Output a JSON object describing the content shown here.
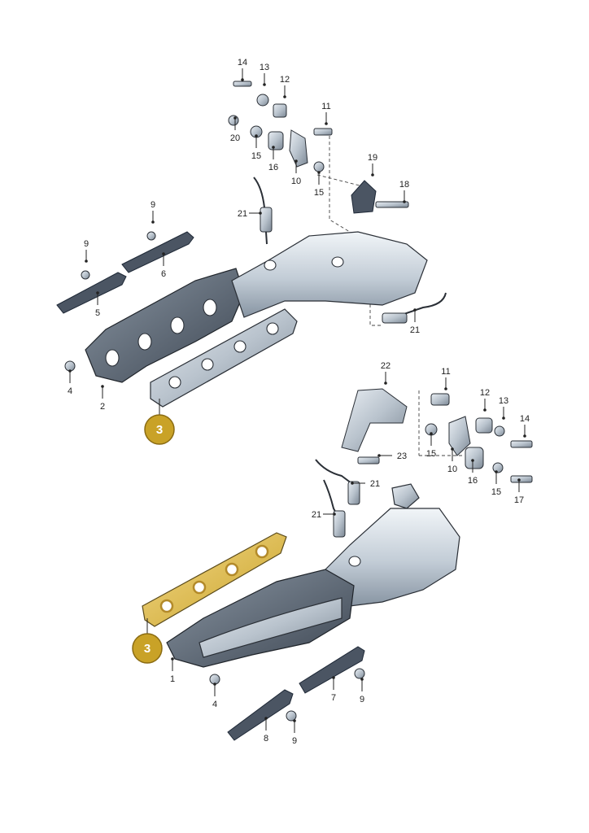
{
  "diagram": {
    "highlight_badge": "3",
    "labels_top": [
      "14",
      "13",
      "12",
      "11",
      "20",
      "15",
      "16",
      "10",
      "15",
      "19",
      "18",
      "21",
      "9",
      "9",
      "6",
      "5",
      "21",
      "4",
      "2"
    ],
    "labels_bottom": [
      "22",
      "11",
      "12",
      "13",
      "14",
      "15",
      "10",
      "16",
      "15",
      "17",
      "23",
      "21",
      "21",
      "1",
      "4",
      "7",
      "9",
      "8",
      "9"
    ],
    "colors": {
      "badge": "#c9a227",
      "badge_stroke": "#8a6b12",
      "gasket_highlight": "#e8c765"
    }
  }
}
